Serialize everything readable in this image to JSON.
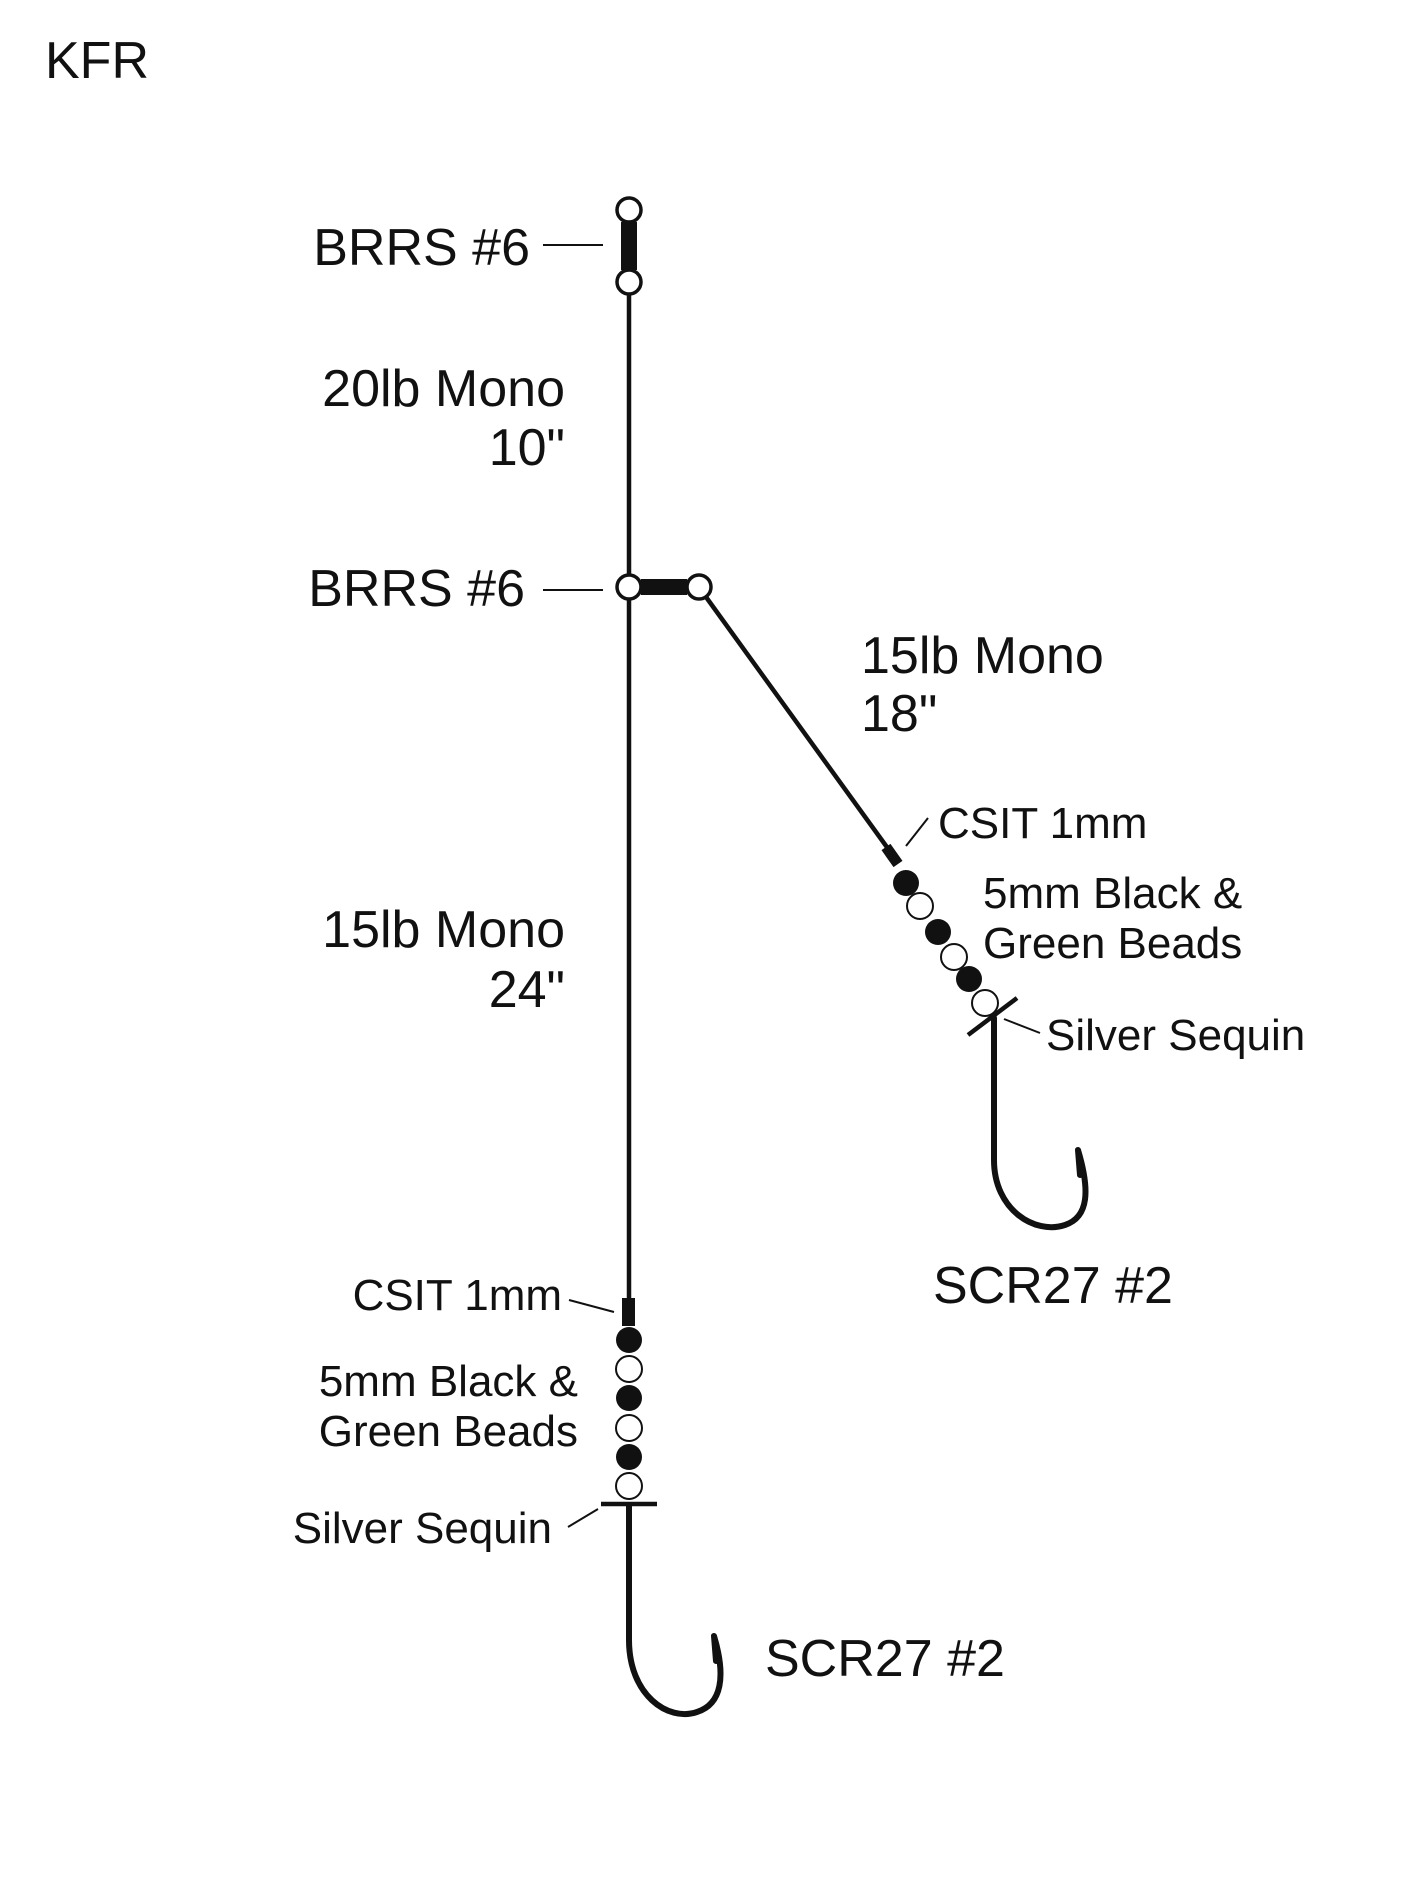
{
  "title": "KFR",
  "labels": {
    "top_swivel": "BRRS #6",
    "main_line_1": "20lb Mono",
    "main_line_1_len": "10\"",
    "mid_swivel": "BRRS #6",
    "branch_line": "15lb Mono",
    "branch_line_len": "18\"",
    "branch_crimp": "CSIT 1mm",
    "branch_beads_1": "5mm Black &",
    "branch_beads_2": "Green Beads",
    "branch_sequin": "Silver Sequin",
    "branch_hook": "SCR27 #2",
    "main_line_2": "15lb Mono",
    "main_line_2_len": "24\"",
    "main_crimp": "CSIT 1mm",
    "main_beads_1": "5mm Black &",
    "main_beads_2": "Green Beads",
    "main_sequin": "Silver Sequin",
    "main_hook": "SCR27 #2"
  },
  "colors": {
    "ink": "#111111",
    "background": "#ffffff"
  }
}
